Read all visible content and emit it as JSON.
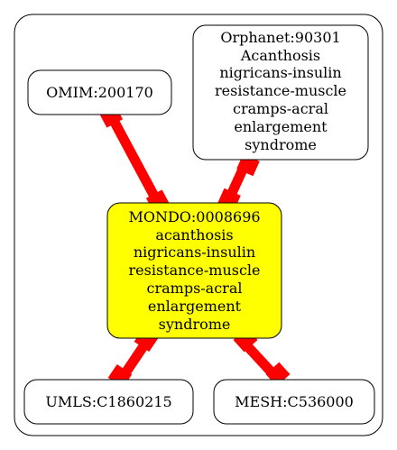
{
  "diagram": {
    "type": "graph",
    "colors": {
      "edge": "#ff0000",
      "center_fill": "#ffff00",
      "node_fill": "#ffffff",
      "stroke": "#000000"
    },
    "nodes": {
      "center": {
        "lines": [
          "MONDO:0008696",
          "acanthosis",
          "nigricans-insulin",
          "resistance-muscle",
          "cramps-acral",
          "enlargement",
          "syndrome"
        ]
      },
      "omim": {
        "lines": [
          "OMIM:200170"
        ]
      },
      "orphanet": {
        "lines": [
          "Orphanet:90301",
          "Acanthosis",
          "nigricans-insulin",
          "resistance-muscle",
          "cramps-acral",
          "enlargement",
          "syndrome"
        ]
      },
      "umls": {
        "lines": [
          "UMLS:C1860215"
        ]
      },
      "mesh": {
        "lines": [
          "MESH:C536000"
        ]
      }
    },
    "edges": [
      {
        "from": "omim",
        "to": "center"
      },
      {
        "from": "orphanet",
        "to": "center"
      },
      {
        "from": "center",
        "to": "umls"
      },
      {
        "from": "center",
        "to": "mesh"
      }
    ]
  }
}
